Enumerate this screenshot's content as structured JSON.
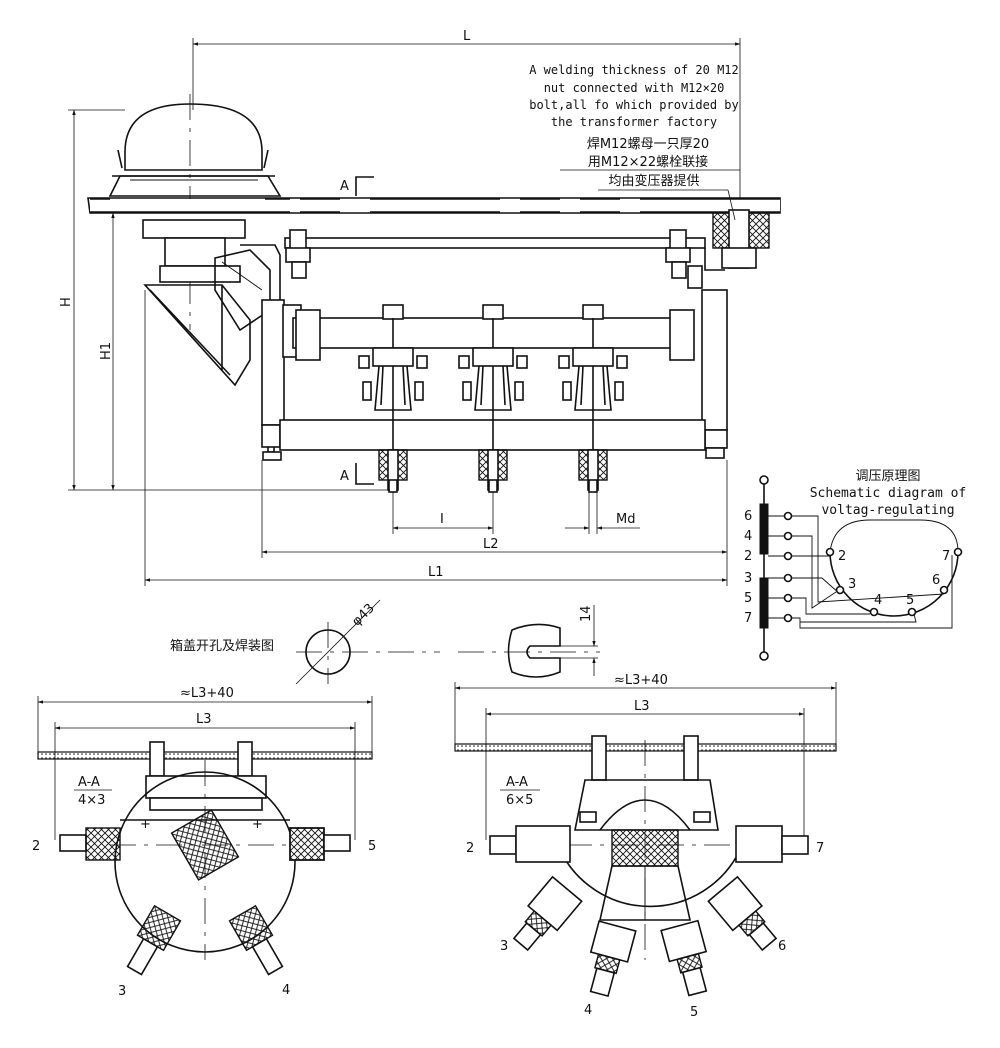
{
  "note_en": [
    "A welding thickness of 20 M12",
    "nut connected with M12×20",
    "bolt,all fo which provided by",
    "the transformer factory"
  ],
  "note_cn": [
    "焊M12螺母一只厚20",
    "用M12×22螺栓联接",
    "均由变压器提供"
  ],
  "section_mark": "A",
  "dims": {
    "L": "L",
    "H": "H",
    "H1": "H1",
    "I": "I",
    "Md": "Md",
    "L2": "L2",
    "L1": "L1",
    "phi": "φ43",
    "slot": "14",
    "l3a": "≈L3+40",
    "l3a_in": "L3",
    "l3b": "≈L3+40",
    "l3b_in": "L3"
  },
  "cover_label": "箱盖开孔及焊装图",
  "schematic": {
    "title_cn": "调压原理图",
    "title_en_1": "Schematic diagram of",
    "title_en_2": "voltag-regulating",
    "left_terms": [
      "6",
      "4",
      "2",
      "3",
      "5",
      "7"
    ],
    "arc_terms": [
      "2",
      "3",
      "4",
      "5",
      "6",
      "7"
    ]
  },
  "view_a": {
    "caption_1": "A-A",
    "caption_2": "4×3",
    "terms": [
      "2",
      "5",
      "3",
      "4"
    ]
  },
  "view_b": {
    "caption_1": "A-A",
    "caption_2": "6×5",
    "terms": [
      "2",
      "7",
      "3",
      "6",
      "4",
      "5"
    ]
  }
}
